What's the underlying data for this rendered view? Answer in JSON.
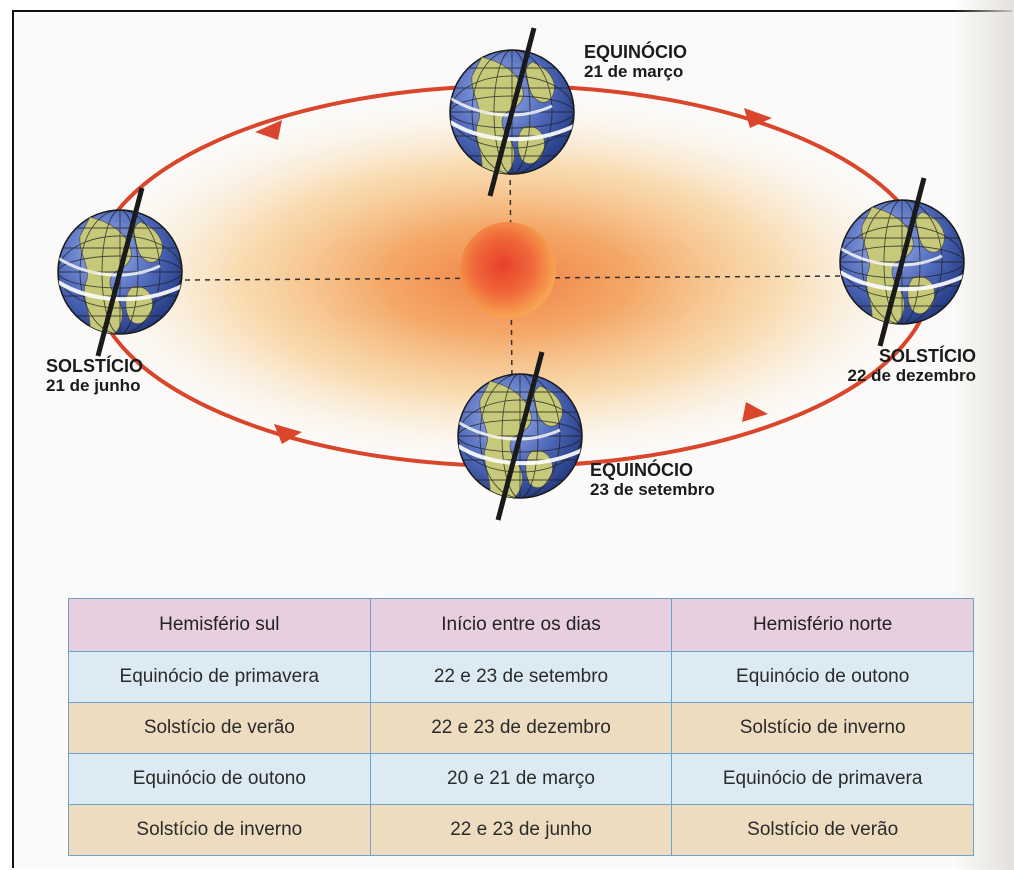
{
  "diagram": {
    "positions": [
      {
        "id": "mar",
        "title": "EQUINÓCIO",
        "date": "21 de março"
      },
      {
        "id": "jun",
        "title": "SOLSTÍCIO",
        "date": "21 de junho"
      },
      {
        "id": "dez",
        "title": "SOLSTÍCIO",
        "date": "22 de dezembro"
      },
      {
        "id": "set",
        "title": "EQUINÓCIO",
        "date": "23 de setembro"
      }
    ],
    "colors": {
      "orbit": "#d9462c",
      "sun_core": "#e8402a",
      "sun_glow": "#f7c47a",
      "ocean": "#4c66b8",
      "land": "#c7c97a"
    }
  },
  "table": {
    "headers": [
      "Hemisfério sul",
      "Início entre os dias",
      "Hemisfério norte"
    ],
    "rows": [
      [
        "Equinócio de primavera",
        "22 e 23 de setembro",
        "Equinócio de outono"
      ],
      [
        "Solstício de verão",
        "22 e 23 de dezembro",
        "Solstício de inverno"
      ],
      [
        "Equinócio de outono",
        "20 e 21 de março",
        "Equinócio de primavera"
      ],
      [
        "Solstício de inverno",
        "22 e 23 de junho",
        "Solstício de verão"
      ]
    ],
    "colors": {
      "header": "#e8cfe0",
      "blue_row": "#dcebf3",
      "tan_row": "#eddcc0",
      "border": "#6ea3c9"
    }
  }
}
